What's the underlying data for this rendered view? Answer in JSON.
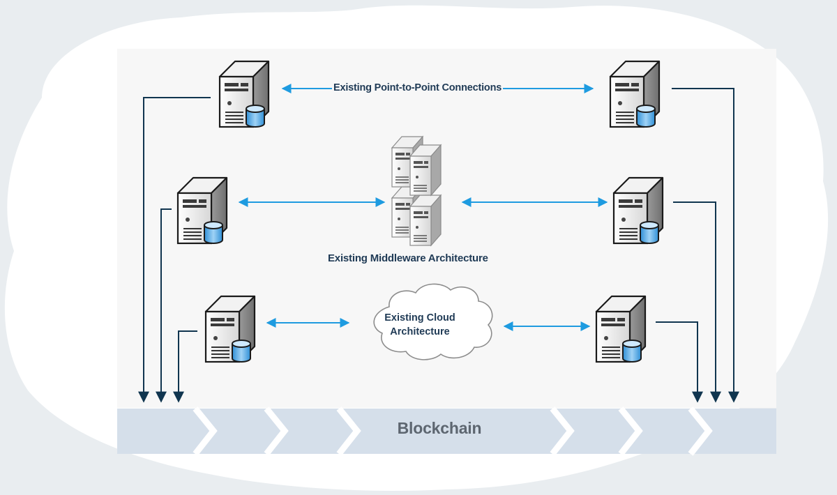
{
  "labels": {
    "point_to_point": "Existing Point-to-Point Connections",
    "middleware": "Existing Middleware Architecture",
    "cloud_line1": "Existing Cloud",
    "cloud_line2": "Architecture",
    "blockchain": "Blockchain"
  },
  "colors": {
    "page_background": "#e9edf0",
    "cloud_background": "#ffffff",
    "panel": "#f7f7f7",
    "bidirectional_arrow": "#1e9be0",
    "feed_arrow": "#10354f",
    "label_text": "#1f3a55",
    "blockchain_band": "#d5dfea",
    "blockchain_text": "#5d6670"
  },
  "icons": [
    "server-icon",
    "database-icon",
    "server-cluster-icon",
    "cloud-icon",
    "chevron-icon"
  ]
}
